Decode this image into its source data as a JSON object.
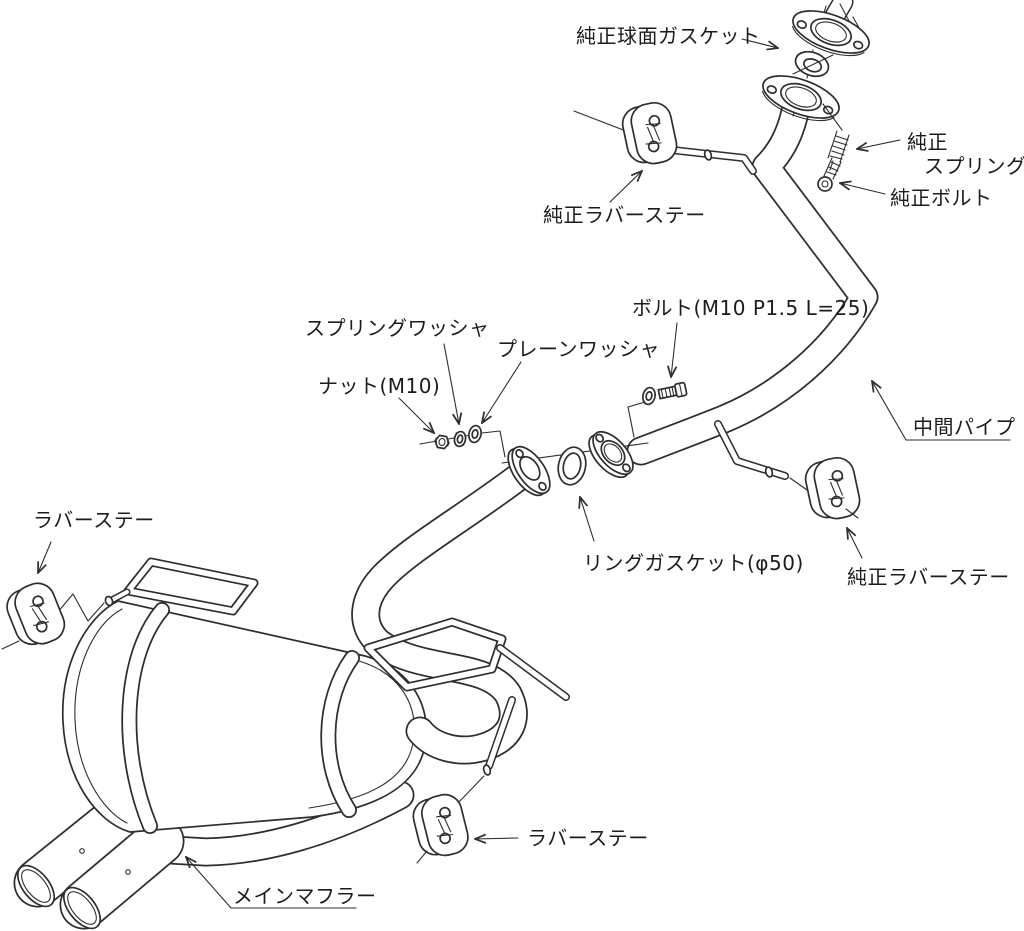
{
  "diagram": {
    "kind": "exhaust-parts-diagram",
    "colors": {
      "background": "#ffffff",
      "line": "#2e2e2e",
      "text": "#1c1c1c"
    }
  },
  "labels": {
    "genuine_spherical_gasket": "純正球面ガスケット",
    "genuine_spring_line1": "純正",
    "genuine_spring_line2": "スプリング",
    "genuine_bolt": "純正ボルト",
    "genuine_rubber_stay_top": "純正ラバーステー",
    "spring_washer": "スプリングワッシャ",
    "plain_washer": "プレーンワッシャ",
    "nut": "ナット(M10)",
    "bolt": "ボルト(M10 P1.5 L=25)",
    "intermediate_pipe": "中間パイプ",
    "ring_gasket": "リングガスケット(φ50)",
    "genuine_rubber_stay_right": "純正ラバーステー",
    "rubber_stay_left": "ラバーステー",
    "rubber_stay_bottom": "ラバーステー",
    "main_muffler": "メインマフラー"
  }
}
